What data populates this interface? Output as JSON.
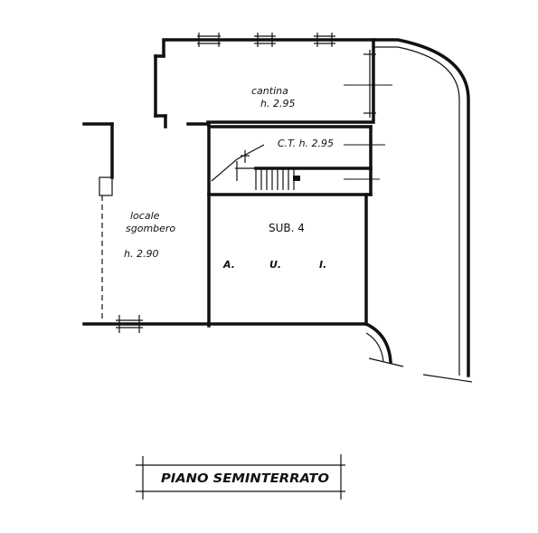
{
  "rooms": {
    "cantina": {
      "name": "cantina",
      "height": "h. 2.95"
    },
    "centrale_termica": {
      "label": "C.T. h. 2.95"
    },
    "locale": {
      "name_line1": "locale",
      "name_line2": "sgombero",
      "height": "h. 2.90"
    },
    "sub": {
      "label": "SUB. 4",
      "a": "A.",
      "u": "U.",
      "i": "I."
    }
  },
  "title": {
    "text": "PIANO SEMINTERRATO"
  }
}
